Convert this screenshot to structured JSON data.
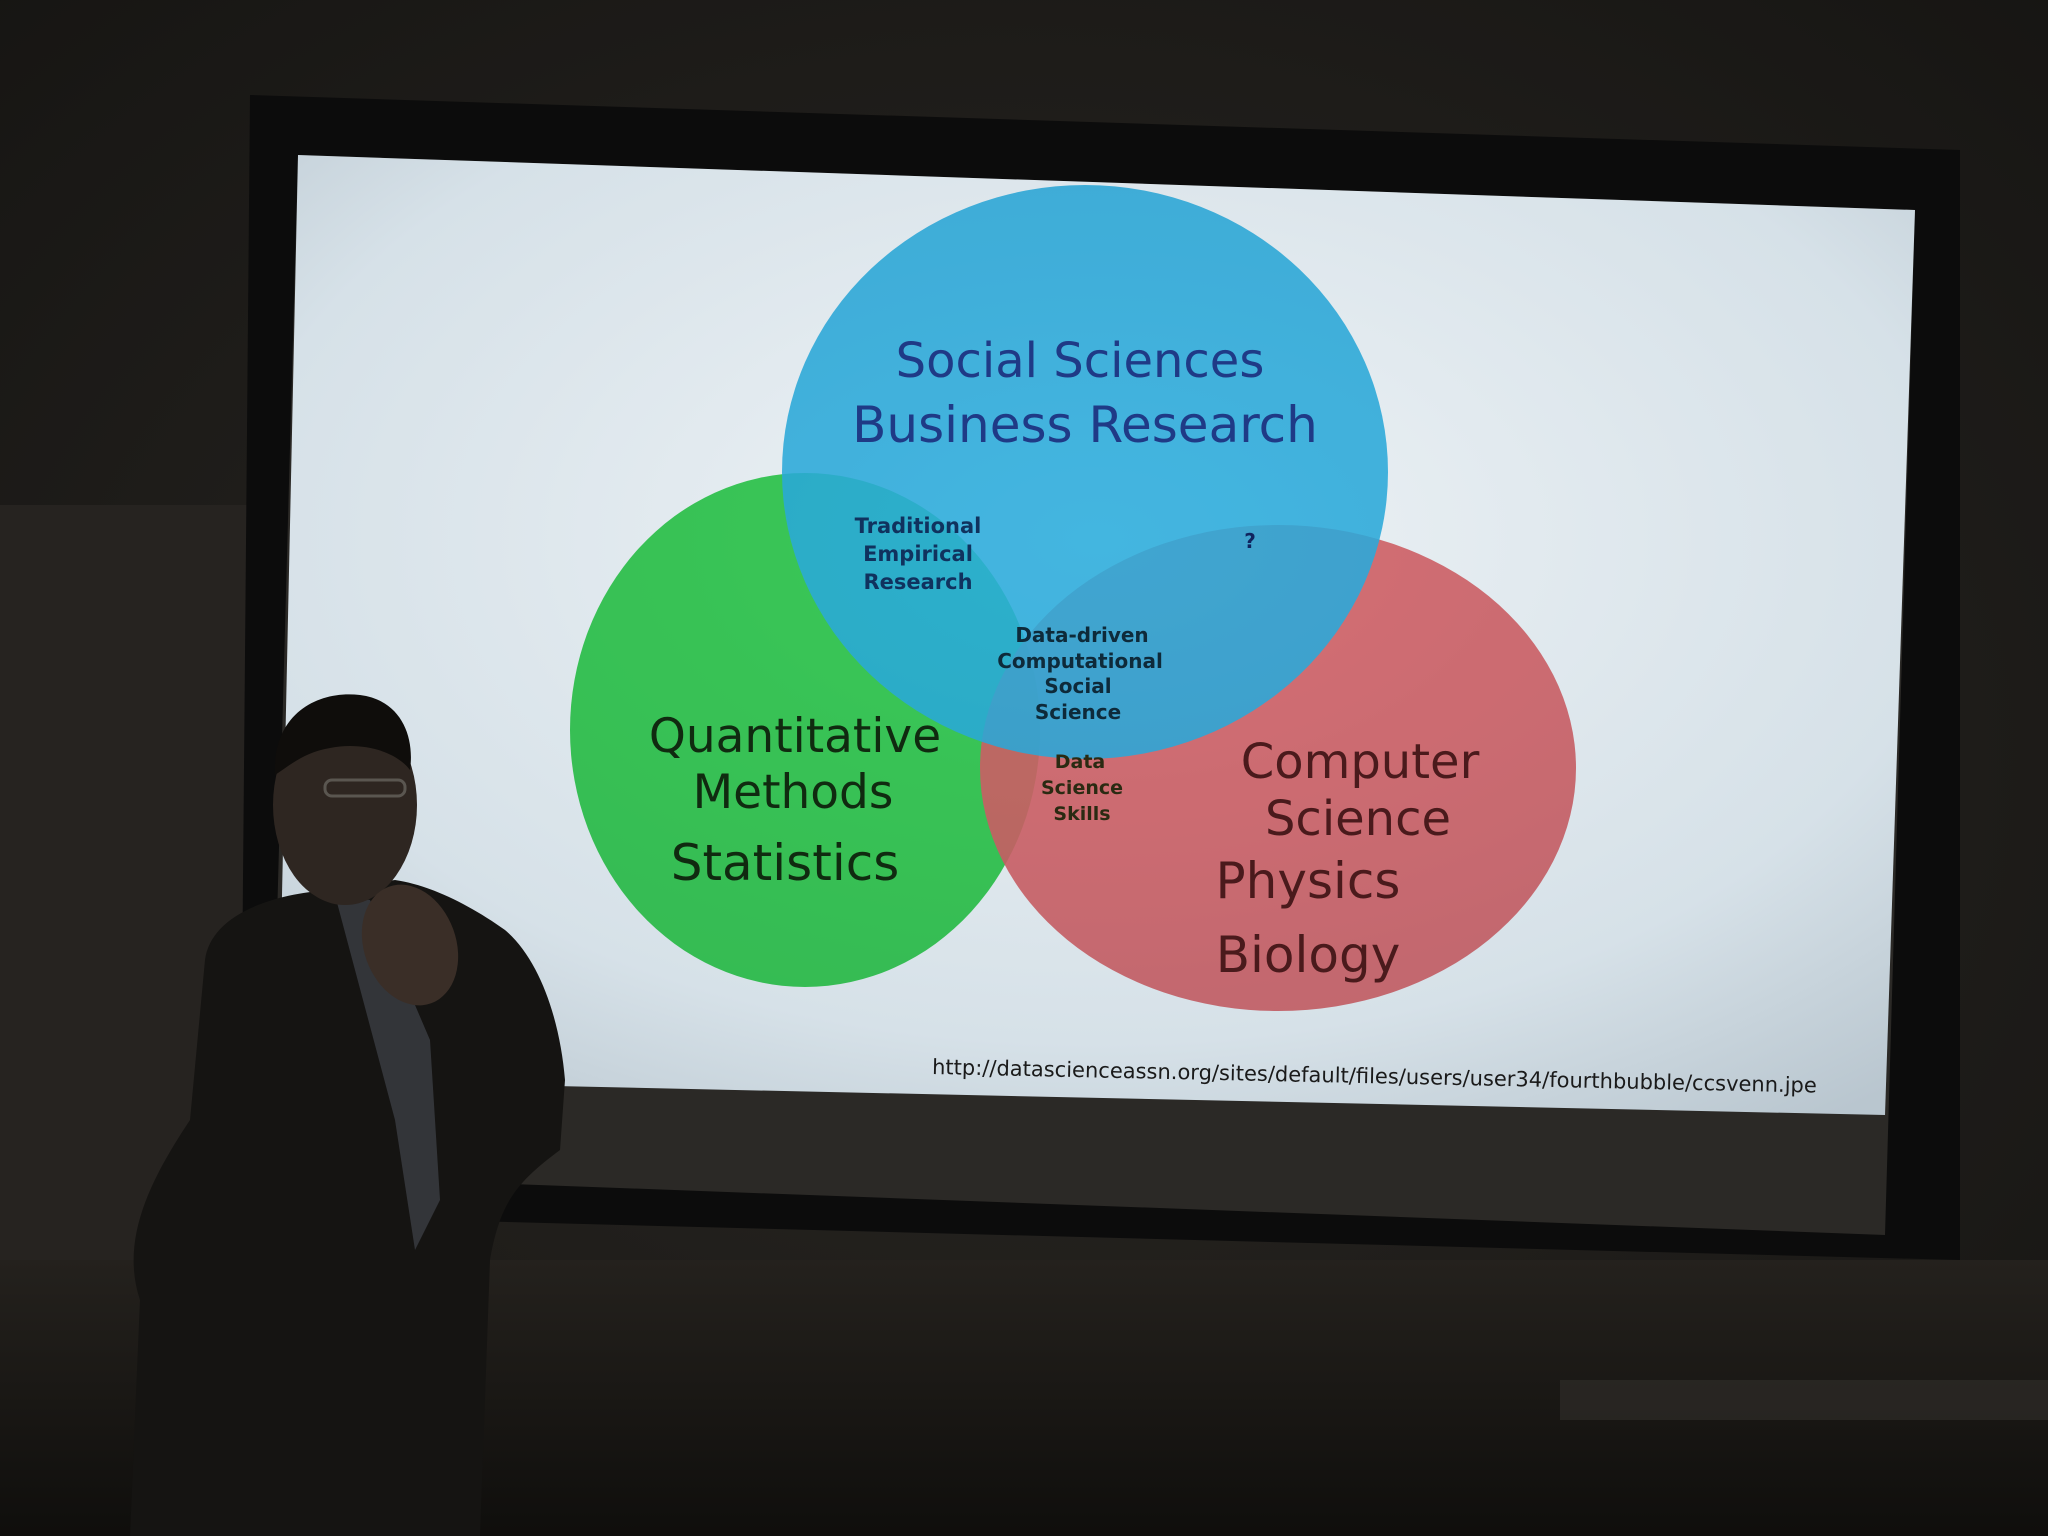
{
  "slide": {
    "circles": {
      "top": {
        "lines": [
          "Social Sciences",
          "Business Research"
        ],
        "color": "#2fb6e6"
      },
      "left": {
        "lines": [
          "Quantitative",
          "Methods",
          "Statistics"
        ],
        "color": "#2fd04d"
      },
      "right": {
        "lines": [
          "Computer",
          "Science",
          "Physics",
          "Biology"
        ],
        "color": "#e4666a"
      }
    },
    "overlaps": {
      "top_left": [
        "Traditional",
        "Empirical",
        "Research"
      ],
      "top_right": [
        "?"
      ],
      "center": [
        "Data-driven",
        "Computational",
        "Social",
        "Science"
      ],
      "left_right": [
        "Data",
        "Science",
        "Skills"
      ]
    },
    "source_url": "http://datascienceassn.org/sites/default/files/users/user34/fourthbubble/ccsvenn.jpe",
    "background_color": "#dde6ea"
  }
}
